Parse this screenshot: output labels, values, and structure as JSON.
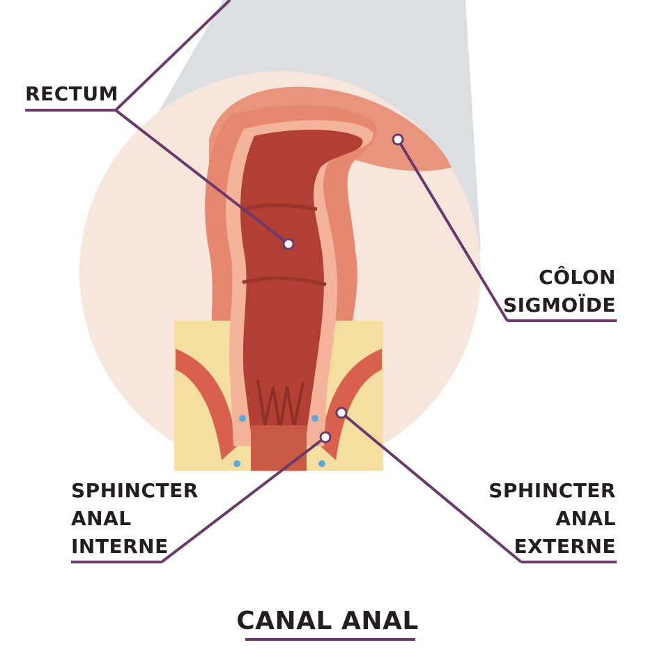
{
  "diagram": {
    "title": "CANAL ANAL",
    "labels": {
      "rectum": "RECTUM",
      "colon_sigmoide": [
        "CÔLON",
        "SIGMOÏDE"
      ],
      "sphincter_interne": [
        "SPHINCTER",
        "ANAL",
        "INTERNE"
      ],
      "sphincter_externe": [
        "SPHINCTER",
        "ANAL",
        "EXTERNE"
      ]
    },
    "colors": {
      "leader_line": "#6b3a6a",
      "background_disc": "#f7e6dc",
      "zoom_cone": "#dcdee1",
      "rectum_lumen": "#b23f33",
      "rectum_wall": "#e2806a",
      "fat_tissue": "#f5dfa0",
      "muscle": "#d9604d"
    }
  }
}
